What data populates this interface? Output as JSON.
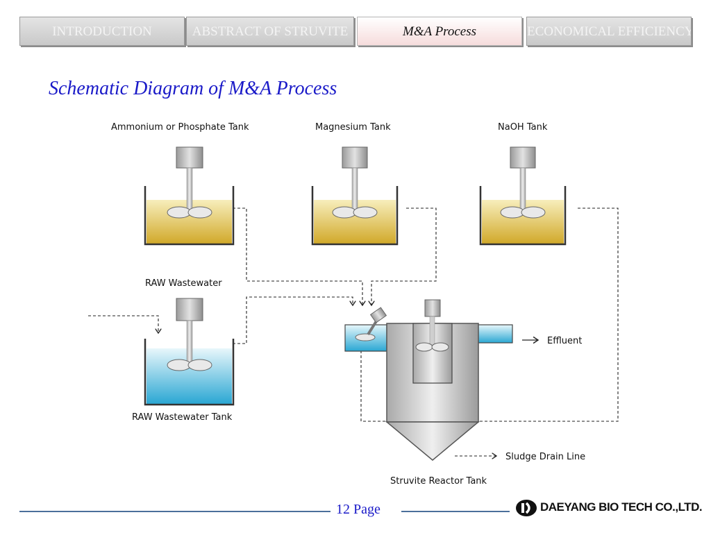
{
  "tabs": [
    {
      "label": "INTRODUCTION"
    },
    {
      "label": "ABSTRACT OF STRUVITE"
    },
    {
      "label": "M&A Process",
      "active": true
    },
    {
      "label": "ECONOMICAL EFFICIENCY"
    }
  ],
  "title": "Schematic Diagram of M&A Process",
  "diagram": {
    "labels": {
      "ammonium_tank": "Ammonium or Phosphate Tank",
      "magnesium_tank": "Magnesium Tank",
      "naoh_tank": "NaOH Tank",
      "raw_wastewater": "RAW Wastewater",
      "raw_wastewater_tank": "RAW Wastewater Tank",
      "effluent": "Effluent",
      "sludge_drain_line": "Sludge Drain Line",
      "struvite_reactor_tank": "Struvite Reactor Tank"
    }
  },
  "footer": {
    "page_label": "12 Page",
    "company": "DAEYANG BIO TECH CO.,LTD."
  },
  "colors": {
    "title_blue": "#1a1ac8",
    "chemical_liquid": "#d9b63a",
    "wastewater_liquid": "#3fb3d9",
    "footer_line": "#4a6f9a"
  }
}
